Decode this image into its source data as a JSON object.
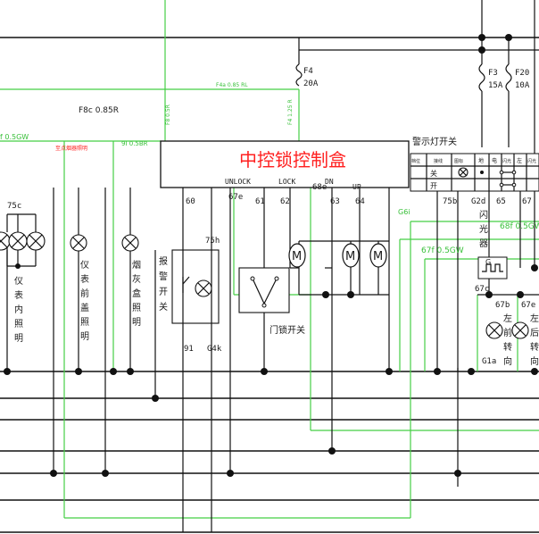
{
  "colors": {
    "wire_black": "#111111",
    "wire_green": "#45cf45",
    "title_red": "#ff2020"
  },
  "controller": {
    "title": "中控锁控制盒",
    "unlock": "UNLOCK",
    "lock": "LOCK",
    "dn": "DN",
    "up": "UP"
  },
  "pins": {
    "p60": "60",
    "p67e": "67e",
    "p61": "61",
    "p62": "62",
    "p68e": "68e",
    "p63": "63",
    "p64": "64",
    "p75b": "75b",
    "pG2d": "G2d",
    "p65": "65",
    "p67": "67",
    "p67c": "67c",
    "p67b": "67b",
    "p67e2": "67e",
    "p75h": "75h",
    "p91": "91",
    "pG4k": "G4k",
    "pG1a": "G1a",
    "p75c": "75c"
  },
  "fuses": {
    "f4_name": "F4",
    "f4_rating": "20A",
    "f3_name": "F3",
    "f3_rating": "15A",
    "f20_name": "F20",
    "f20_rating": "10A"
  },
  "wires": {
    "f4a": "F4a 0.85 RL",
    "f4_1": "F4 1.25 R",
    "f8c": "F8c  0.85R",
    "f8": "F8 0.5R",
    "f_left": "f 0.5GW",
    "cig": "至点烟器照明",
    "s9": "9I 0.5BR",
    "g6i": "G6i",
    "w68f": "68f 0.5GW",
    "w67f": "67f 0.5GW"
  },
  "components": {
    "inst_light": [
      "仪",
      "表",
      "内",
      "照",
      "明"
    ],
    "cover_light": [
      "仪",
      "表",
      "前",
      "盖",
      "照",
      "明"
    ],
    "ash_light": [
      "烟",
      "灰",
      "盒",
      "照",
      "明"
    ],
    "alarm_switch": [
      "报",
      "警",
      "开",
      "关"
    ],
    "door_switch": "门锁开关",
    "flasher": [
      "闪",
      "光",
      "器"
    ],
    "flasher_g": "G",
    "front_left": [
      "左",
      "前",
      "转",
      "向"
    ],
    "rear_left": [
      "左",
      "后",
      "转",
      "向"
    ],
    "motor": "M"
  },
  "hazard_table": {
    "title": "警示灯开关",
    "headers": [
      "档位",
      "接线",
      "图标",
      "地",
      "电",
      "闪光",
      "左",
      "闪光"
    ],
    "rows": [
      "关",
      "开"
    ]
  }
}
